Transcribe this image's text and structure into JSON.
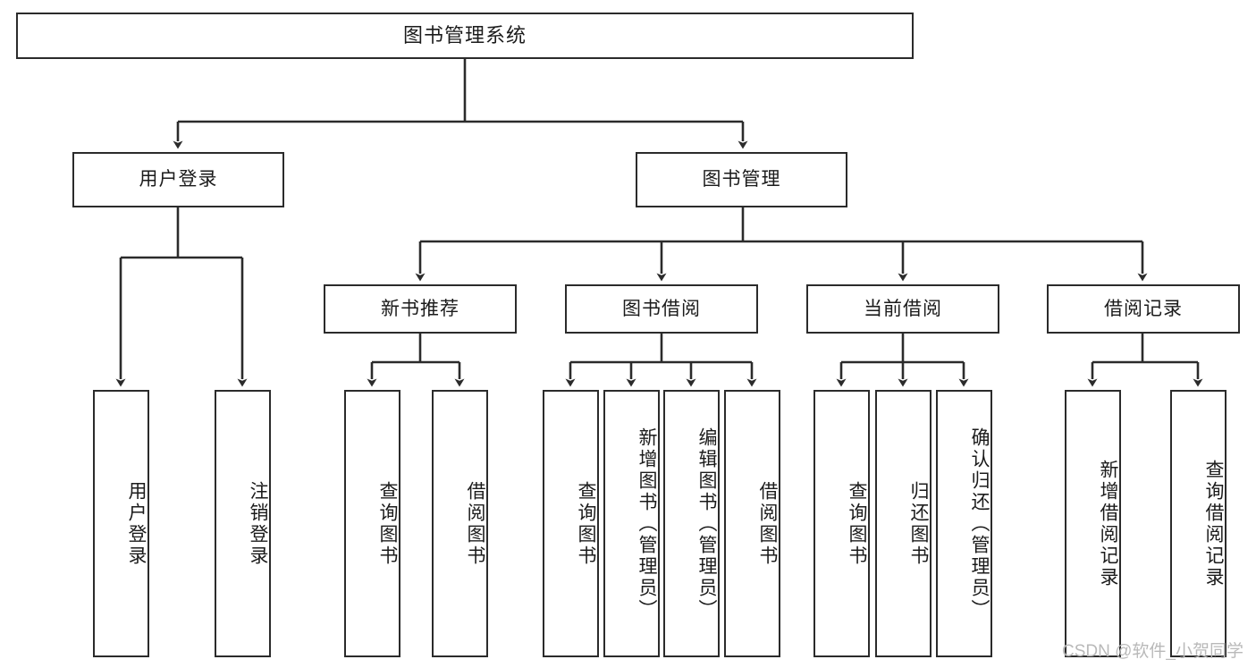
{
  "diagram": {
    "title": "图书管理系统",
    "type": "tree",
    "orientation": "top-down",
    "colors": {
      "box_border": "#2b2b2b",
      "box_fill": "#ffffff",
      "edge": "#2b2b2b",
      "text": "#1b1b1b",
      "watermark": "#b9b9b9",
      "background": "#ffffff"
    },
    "nodes": {
      "root": {
        "id": "root",
        "label": "图书管理系统",
        "level": 1,
        "orientation": "horizontal"
      },
      "l2": [
        {
          "id": "user-login",
          "label": "用户登录",
          "level": 2,
          "orientation": "horizontal"
        },
        {
          "id": "book-manage",
          "label": "图书管理",
          "level": 2,
          "orientation": "horizontal"
        }
      ],
      "l3": [
        {
          "id": "new-book-recommend",
          "label": "新书推荐",
          "level": 3,
          "orientation": "horizontal",
          "parent": "book-manage"
        },
        {
          "id": "book-borrow",
          "label": "图书借阅",
          "level": 3,
          "orientation": "horizontal",
          "parent": "book-manage"
        },
        {
          "id": "current-borrow",
          "label": "当前借阅",
          "level": 3,
          "orientation": "horizontal",
          "parent": "book-manage"
        },
        {
          "id": "borrow-record",
          "label": "借阅记录",
          "level": 3,
          "orientation": "horizontal",
          "parent": "book-manage"
        }
      ],
      "leaves": [
        {
          "id": "leaf-user-login",
          "label": "用户登录",
          "level": 3,
          "orientation": "vertical",
          "parent": "user-login"
        },
        {
          "id": "leaf-logout-login",
          "label": "注销登录",
          "level": 3,
          "orientation": "vertical",
          "parent": "user-login"
        },
        {
          "id": "leaf-query-book-1",
          "label": "查询图书",
          "level": 4,
          "orientation": "vertical",
          "parent": "new-book-recommend"
        },
        {
          "id": "leaf-borrow-book-1",
          "label": "借阅图书",
          "level": 4,
          "orientation": "vertical",
          "parent": "new-book-recommend"
        },
        {
          "id": "leaf-query-book-2",
          "label": "查询图书",
          "level": 4,
          "orientation": "vertical",
          "parent": "book-borrow"
        },
        {
          "id": "leaf-add-book",
          "label": "新增图书（管理员）",
          "level": 4,
          "orientation": "vertical",
          "parent": "book-borrow"
        },
        {
          "id": "leaf-edit-book",
          "label": "编辑图书（管理员）",
          "level": 4,
          "orientation": "vertical",
          "parent": "book-borrow"
        },
        {
          "id": "leaf-borrow-book-2",
          "label": "借阅图书",
          "level": 4,
          "orientation": "vertical",
          "parent": "book-borrow"
        },
        {
          "id": "leaf-query-book-3",
          "label": "查询图书",
          "level": 4,
          "orientation": "vertical",
          "parent": "current-borrow"
        },
        {
          "id": "leaf-return-book",
          "label": "归还图书",
          "level": 4,
          "orientation": "vertical",
          "parent": "current-borrow"
        },
        {
          "id": "leaf-confirm-return",
          "label": "确认归还（管理员）",
          "level": 4,
          "orientation": "vertical",
          "parent": "current-borrow"
        },
        {
          "id": "leaf-add-record",
          "label": "新增借阅记录",
          "level": 4,
          "orientation": "vertical",
          "parent": "borrow-record"
        },
        {
          "id": "leaf-query-record",
          "label": "查询借阅记录",
          "level": 4,
          "orientation": "vertical",
          "parent": "borrow-record"
        }
      ]
    },
    "watermark": "CSDN @软件_小贺同学"
  }
}
